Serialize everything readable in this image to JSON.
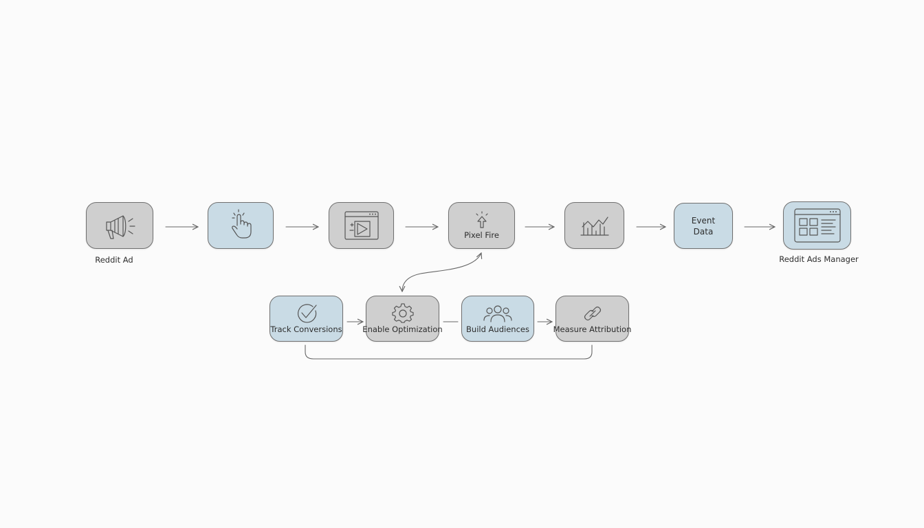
{
  "nodes": {
    "reddit_ad": {
      "caption": "Reddit Ad",
      "icon": "megaphone-icon"
    },
    "click": {
      "icon": "hand-pointer-icon"
    },
    "landing_page": {
      "icon": "browser-window-icon"
    },
    "pixel_fire": {
      "label": "Pixel Fire",
      "icon": "arrow-burst-icon"
    },
    "analytics": {
      "icon": "line-chart-icon"
    },
    "event_data": {
      "label_line1": "Event",
      "label_line2": "Data"
    },
    "ads_manager": {
      "caption": "Reddit Ads Manager",
      "icon": "dashboard-icon"
    }
  },
  "outcomes": [
    {
      "label": "Track Conversions",
      "icon": "checkmark-icon"
    },
    {
      "label": "Enable Optimization",
      "icon": "gear-icon"
    },
    {
      "label": "Build Audiences",
      "icon": "people-icon"
    },
    {
      "label": "Measure Attribution",
      "icon": "link-icon"
    }
  ],
  "colors": {
    "gray_box": "#cfcfcf",
    "blue_box": "#c9dbe5",
    "stroke": "#6f6f6f"
  }
}
